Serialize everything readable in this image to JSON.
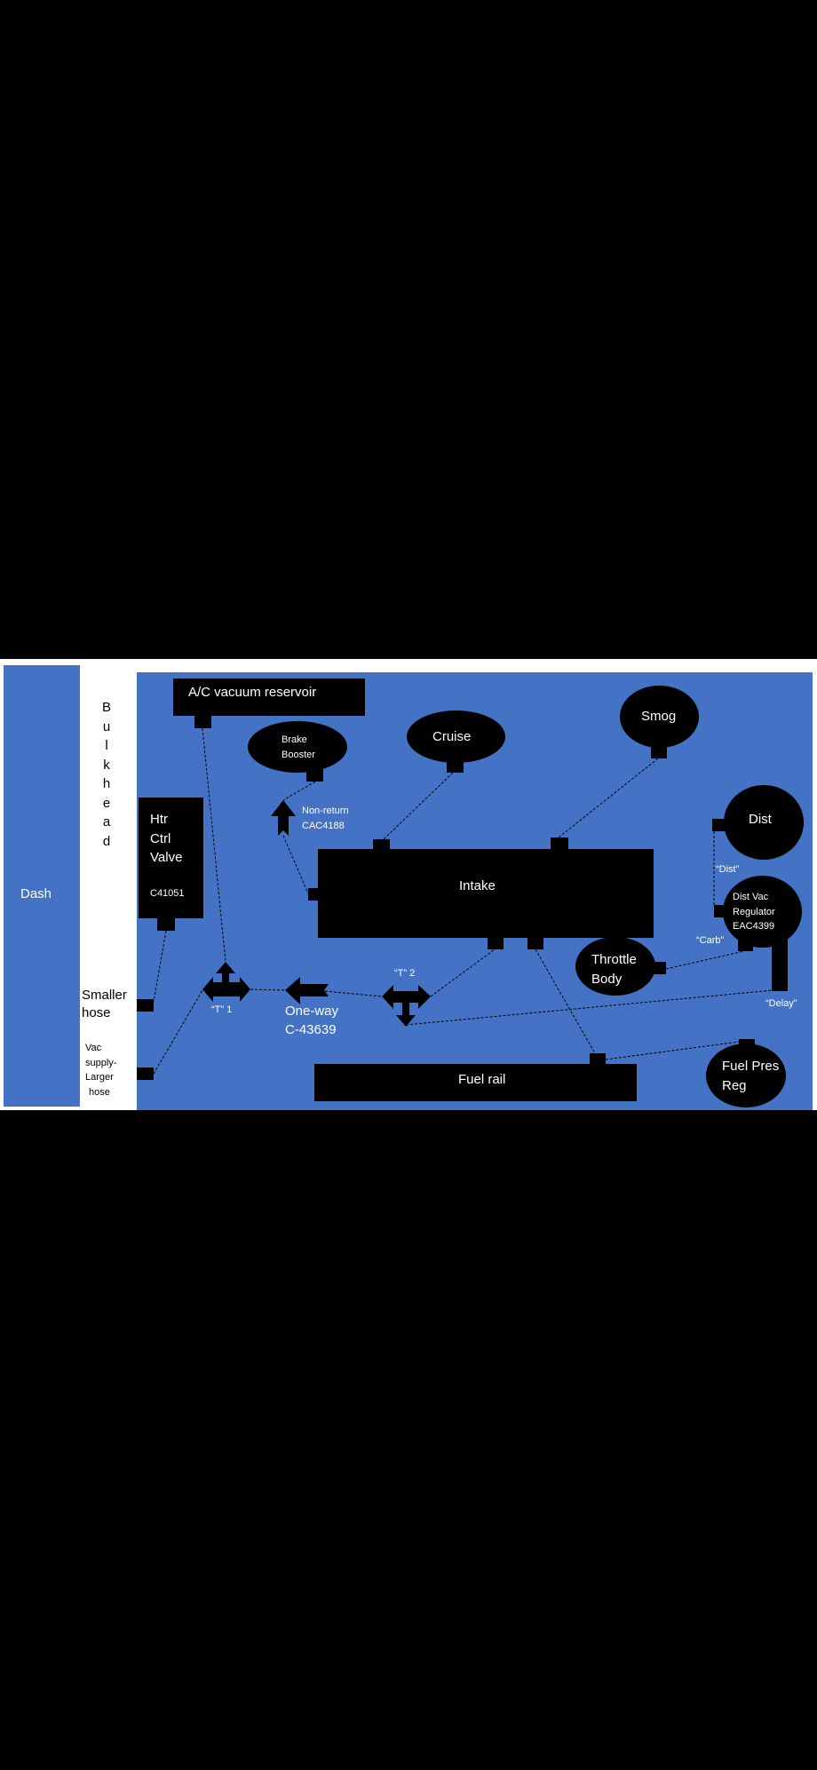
{
  "colors": {
    "background": "#000000",
    "slide": "#ffffff",
    "panel": "#4472c4",
    "component": "#000000",
    "text_light": "#ffffff",
    "text_dark": "#000000"
  },
  "dash": {
    "label": "Dash"
  },
  "bulkhead": {
    "letters": [
      "B",
      "u",
      "l",
      "k",
      "h",
      "e",
      "a",
      "d"
    ]
  },
  "smaller_hose": {
    "line1": "Smaller",
    "line2": "hose"
  },
  "vac_supply": {
    "line1": "Vac",
    "line2": "supply-",
    "line3": "Larger",
    "line4": "hose"
  },
  "ac_reservoir": {
    "label": "A/C vacuum reservoir"
  },
  "brake_booster": {
    "line1": "Brake",
    "line2": "Booster"
  },
  "cruise": {
    "label": "Cruise"
  },
  "smog": {
    "label": "Smog"
  },
  "dist": {
    "label": "Dist"
  },
  "htr_valve": {
    "line1": "Htr",
    "line2": "Ctrl",
    "line3": "Valve",
    "part": "C41051"
  },
  "non_return": {
    "line1": "Non-return",
    "line2": "CAC4188"
  },
  "intake": {
    "label": "Intake"
  },
  "dist_label": {
    "label": "“Dist”"
  },
  "dist_vac_reg": {
    "line1": "Dist Vac",
    "line2": "Regulator",
    "line3": "EAC4399"
  },
  "carb_label": {
    "label": "“Carb”"
  },
  "throttle_body": {
    "line1": "Throttle",
    "line2": "Body"
  },
  "delay_label": {
    "label": "“Delay”"
  },
  "tee1": {
    "label": "“T” 1"
  },
  "tee2": {
    "label": "“T” 2"
  },
  "one_way": {
    "line1": "One-way",
    "line2": "C-43639"
  },
  "fuel_rail": {
    "label": "Fuel rail"
  },
  "fuel_pres_reg": {
    "line1": "Fuel Pres",
    "line2": "Reg"
  }
}
